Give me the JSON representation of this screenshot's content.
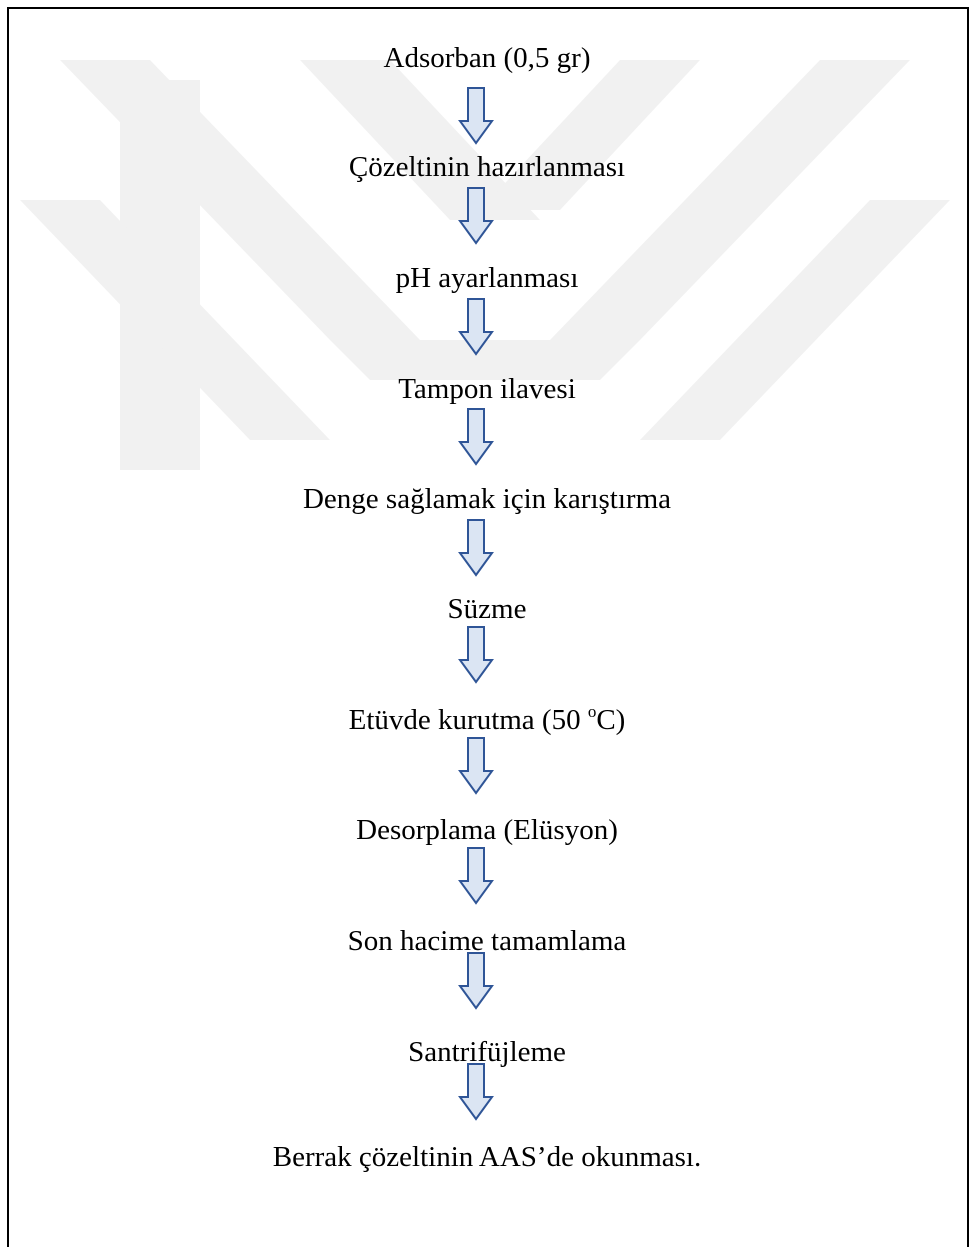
{
  "flow": {
    "steps": [
      {
        "label": "Adsorban (0,5 gr)"
      },
      {
        "label": "Çözeltinin hazırlanması"
      },
      {
        "label": "pH ayarlanması"
      },
      {
        "label": "Tampon ilavesi"
      },
      {
        "label": "Denge sağlamak için karıştırma"
      },
      {
        "label": "Süzme"
      },
      {
        "label": "Etüvde kurutma (50 ",
        "superscript": "o",
        "suffix": "C)"
      },
      {
        "label": "Desorplama (Elüsyon)"
      },
      {
        "label": "Son hacime tamamlama"
      },
      {
        "label": "Santrifüjleme"
      },
      {
        "label": "Berrak çözeltinin AAS’de okunması."
      }
    ],
    "arrow_icon": "down-block-arrow-icon",
    "colors": {
      "arrow_fill": "#dbe5f3",
      "arrow_stroke": "#2f5597",
      "text": "#000000",
      "watermark": "#f0f0f0"
    }
  }
}
